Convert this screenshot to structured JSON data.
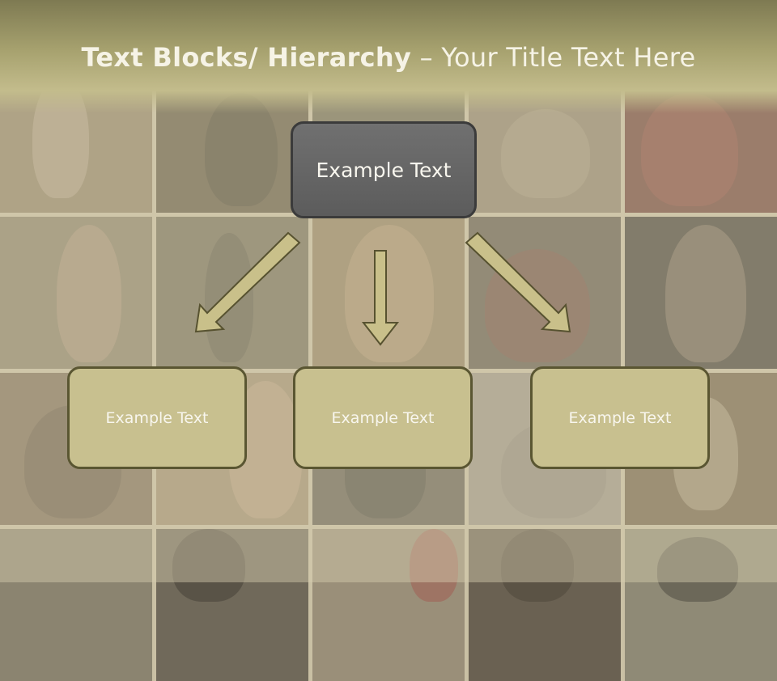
{
  "title": {
    "bold": "Text Blocks/ Hierarchy",
    "rest": " – Your Title Text Here"
  },
  "diagram": {
    "root": {
      "label": "Example Text"
    },
    "children": [
      {
        "label": "Example Text"
      },
      {
        "label": "Example Text"
      },
      {
        "label": "Example Text"
      }
    ]
  },
  "colors": {
    "title_band": "#a7a26f",
    "root_fill": "#656565",
    "child_fill": "#c8c08f",
    "arrow_fill": "#c9c08a",
    "text_light": "#f8f6ee"
  },
  "icons": [
    "arrow-down-left-icon",
    "arrow-down-icon",
    "arrow-down-right-icon"
  ]
}
